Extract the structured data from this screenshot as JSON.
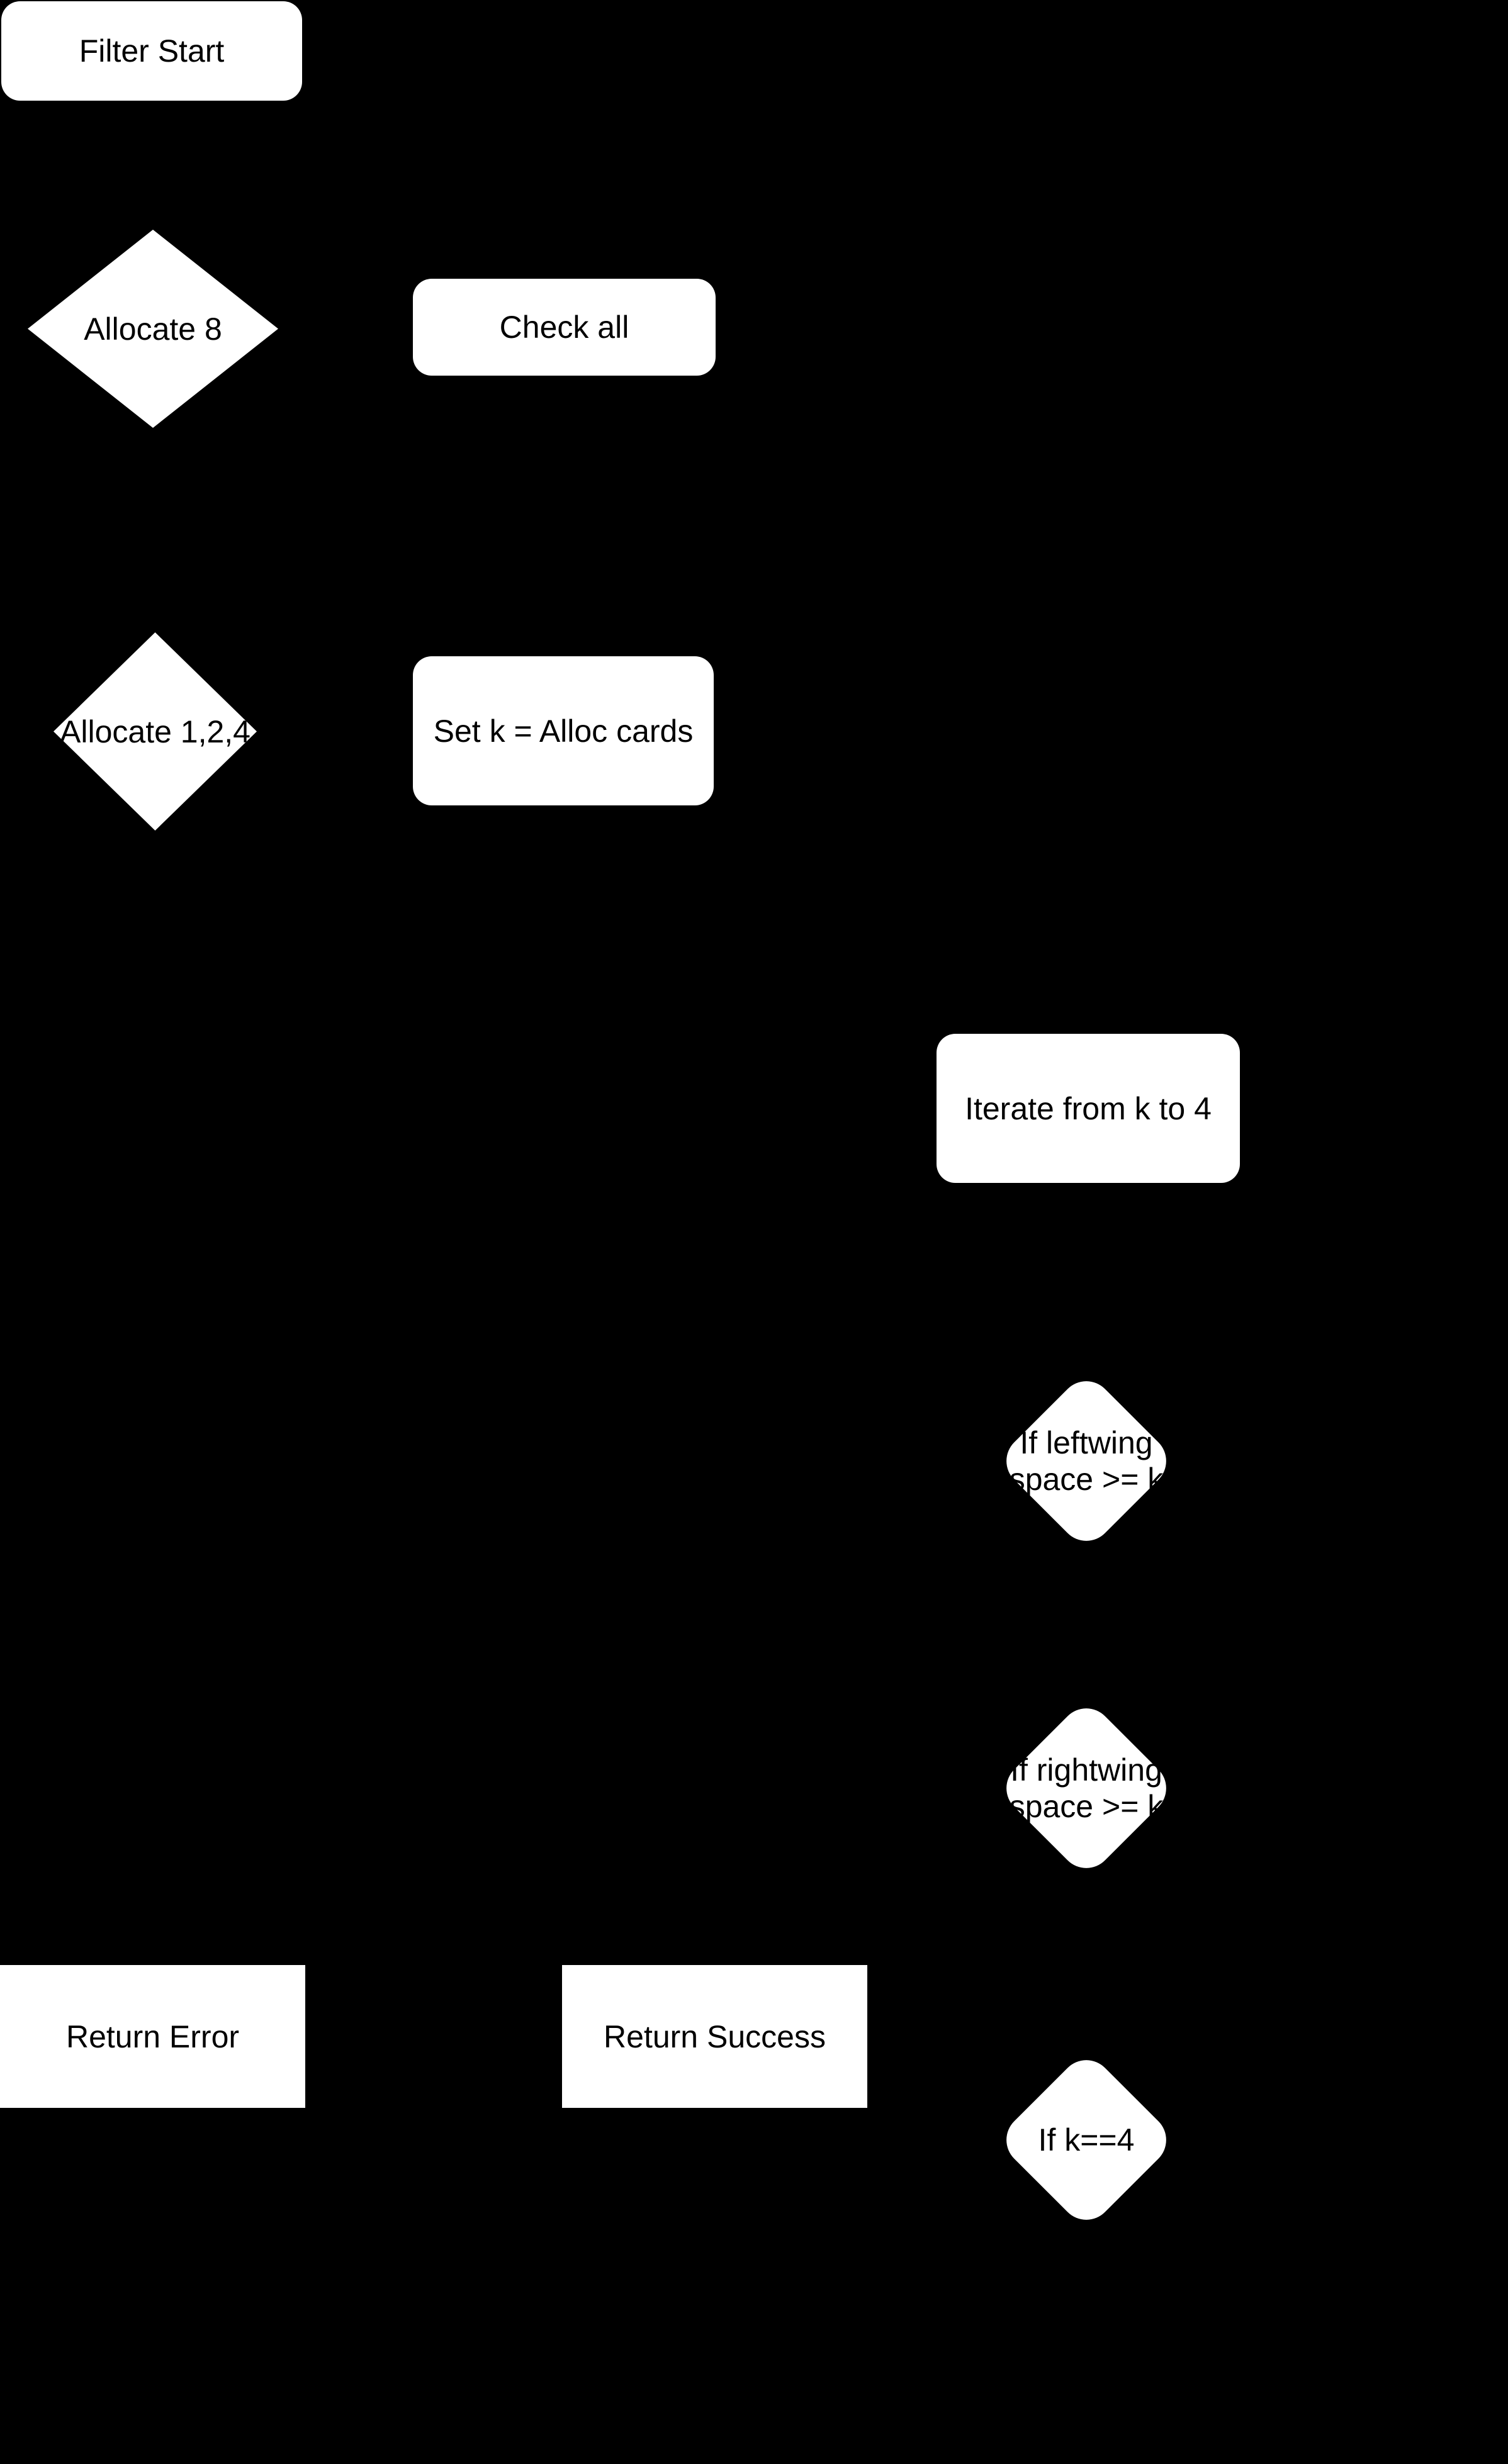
{
  "canvas": {
    "background_color": "#000000"
  },
  "style": {
    "node_fill_color": "#ffffff",
    "node_text_color": "#000000"
  },
  "nodes": {
    "filter_start": {
      "label": "Filter Start",
      "shape": "rounded-rectangle"
    },
    "allocate_8": {
      "label": "Allocate 8",
      "shape": "diamond"
    },
    "check_all": {
      "label": "Check all",
      "shape": "rounded-rectangle"
    },
    "allocate_1_2_4": {
      "label": "Allocate 1,2,4",
      "shape": "diamond"
    },
    "set_k": {
      "label": "Set k = Alloc cards",
      "shape": "rounded-rectangle"
    },
    "iterate_k_to_4": {
      "label": "Iterate from k to 4",
      "shape": "rounded-rectangle"
    },
    "if_leftwing": {
      "label_line1": "If leftwing",
      "label_line2": "space >= k",
      "shape": "rounded-diamond"
    },
    "if_rightwing": {
      "label_line1": "If rightwing",
      "label_line2": "space >= k",
      "shape": "rounded-diamond"
    },
    "return_error": {
      "label": "Return Error",
      "shape": "rectangle"
    },
    "return_success": {
      "label": "Return Success",
      "shape": "rectangle"
    },
    "if_k_equals_4": {
      "label": "If k==4",
      "shape": "rounded-diamond"
    }
  }
}
